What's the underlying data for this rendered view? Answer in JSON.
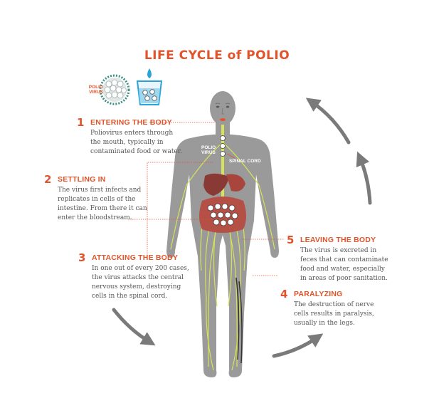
{
  "title": "LIFE CYCLE of POLIO",
  "virus_label": [
    "POLIO",
    "VIRUS"
  ],
  "body_labels": {
    "polio_virus": [
      "POLIO",
      "VIRUS"
    ],
    "spinal_cord": "SPINAL CORD"
  },
  "steps": [
    {
      "number": "1",
      "heading": "ENTERING THE BODY",
      "lines": [
        "Poliovirus enters through",
        "the mouth, typically in",
        "contaminated food or water."
      ]
    },
    {
      "number": "2",
      "heading": "SETTLING IN",
      "lines": [
        "The virus first infects and",
        "replicates in cells of the",
        "intestine. From there it can",
        "enter the bloodstream."
      ]
    },
    {
      "number": "3",
      "heading": "ATTACKING THE BODY",
      "lines": [
        "In one out of every 200 cases,",
        "the virus attacks the central",
        "nervous system, destroying",
        "cells in the spinal cord."
      ]
    },
    {
      "number": "4",
      "heading": "PARALYZING",
      "lines": [
        "The destruction of nerve",
        "cells results in paralysis,",
        "usually in the legs."
      ]
    },
    {
      "number": "5",
      "heading": "LEAVING THE BODY",
      "lines": [
        "The virus is excreted in",
        "feces that can contaminate",
        "food and water, especially",
        "in areas of poor sanitation."
      ]
    }
  ],
  "colors": {
    "accent": "#e2532a",
    "body": "#9a9a9a",
    "nerve": "#d6e25a",
    "organ": "#a2403a",
    "arrow": "#7a7a7a"
  }
}
